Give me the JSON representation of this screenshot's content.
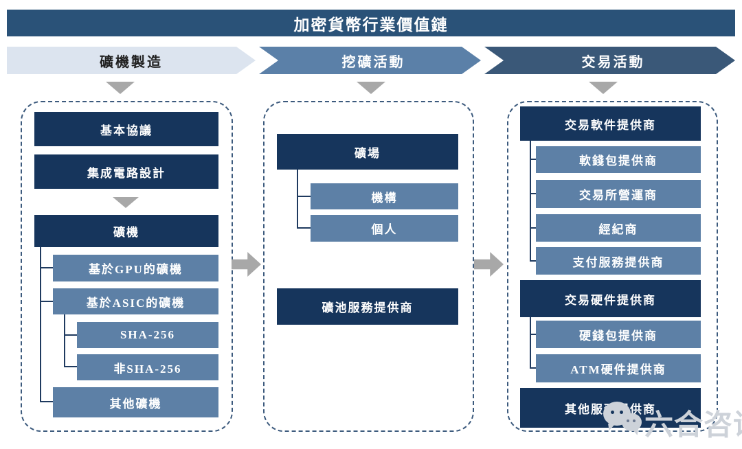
{
  "title": "加密貨幣行業價值鏈",
  "stages": [
    {
      "label": "礦機製造"
    },
    {
      "label": "挖礦活動"
    },
    {
      "label": "交易活動"
    }
  ],
  "columns": [
    {
      "id": "mining-machine-manufacturing",
      "boxes": [
        {
          "label": "基本協議"
        },
        {
          "label": "集成電路設計"
        },
        {
          "label": "礦機",
          "children": [
            {
              "label": "基於GPU的礦機"
            },
            {
              "label": "基於ASIC的礦機",
              "children": [
                {
                  "label": "SHA-256"
                },
                {
                  "label": "非SHA-256"
                }
              ]
            },
            {
              "label": "其他礦機"
            }
          ]
        }
      ]
    },
    {
      "id": "mining-activities",
      "boxes": [
        {
          "label": "礦場",
          "children": [
            {
              "label": "機構"
            },
            {
              "label": "個人"
            }
          ]
        },
        {
          "label": "礦池服務提供商"
        }
      ]
    },
    {
      "id": "trading-activities",
      "boxes": [
        {
          "label": "交易軟件提供商",
          "children": [
            {
              "label": "軟錢包提供商"
            },
            {
              "label": "交易所營運商"
            },
            {
              "label": "經紀商"
            },
            {
              "label": "支付服務提供商"
            }
          ]
        },
        {
          "label": "交易硬件提供商",
          "children": [
            {
              "label": "硬錢包提供商"
            },
            {
              "label": "ATM硬件提供商"
            }
          ]
        },
        {
          "label": "其他服務提供商"
        }
      ]
    }
  ],
  "watermark": {
    "label": "六合咨询",
    "icon": "wechat-icon"
  },
  "icons": {
    "stage_flow": "triangle-down",
    "between_groups": "arrow-right",
    "watermark": "wechat-speech-bubbles"
  },
  "colors": {
    "header_bg": "#2a5278",
    "dark_node_bg": "#16355c",
    "medium_node_bg": "#5d80a6",
    "stage1_bg": "#dce4ef",
    "stage2_bg": "#5b80a8",
    "stage3_bg": "#3a5878",
    "connector": "#1f3a5f",
    "flow_arrow_gray": "#a8a8a8",
    "dashed_border": "#3c5a7d",
    "watermark": "#cdd2d9"
  }
}
